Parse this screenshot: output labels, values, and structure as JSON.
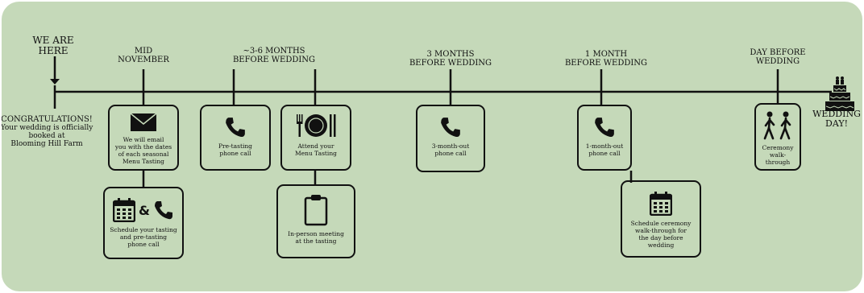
{
  "start": {
    "label_lines": [
      "WE ARE",
      "HERE"
    ],
    "note_title": "CONGRATULATIONS!",
    "note_lines": [
      "Your wedding is officially",
      "booked at",
      "Blooming Hill Farm"
    ]
  },
  "milestones": [
    {
      "lines": [
        "MID",
        "NOVEMBER"
      ]
    },
    {
      "lines": [
        "~3-6 MONTHS",
        "BEFORE WEDDING"
      ]
    },
    {
      "lines": [
        "3 MONTHS",
        "BEFORE WEDDING"
      ]
    },
    {
      "lines": [
        "1 MONTH",
        "BEFORE WEDDING"
      ]
    },
    {
      "lines": [
        "DAY BEFORE",
        "WEDDING"
      ]
    }
  ],
  "end": {
    "lines": [
      "WEDDING",
      "DAY!"
    ]
  },
  "steps": [
    {
      "icon": "envelope-icon",
      "text": "We will email\nyou with the dates\nof each seasonal\nMenu Tasting"
    },
    {
      "icon": "calendar-and-phone-icon",
      "text": "Schedule your tasting\nand pre-tasting\nphone call",
      "amp": "&"
    },
    {
      "icon": "phone-icon",
      "text": "Pre-tasting\nphone call"
    },
    {
      "icon": "place-setting-icon",
      "text": "Attend your\nMenu Tasting"
    },
    {
      "icon": "clipboard-icon",
      "text": "In-person meeting\nat the tasting"
    },
    {
      "icon": "phone-icon",
      "text": "3-month-out\nphone call"
    },
    {
      "icon": "phone-icon",
      "text": "1-month-out\nphone call"
    },
    {
      "icon": "calendar-icon",
      "text": "Schedule ceremony\nwalk-through for\nthe day before wedding"
    },
    {
      "icon": "walking-couple-icon",
      "text": "Ceremony\nwalk-through"
    }
  ],
  "colors": {
    "background": "#c5d9b9",
    "ink": "#111111"
  }
}
